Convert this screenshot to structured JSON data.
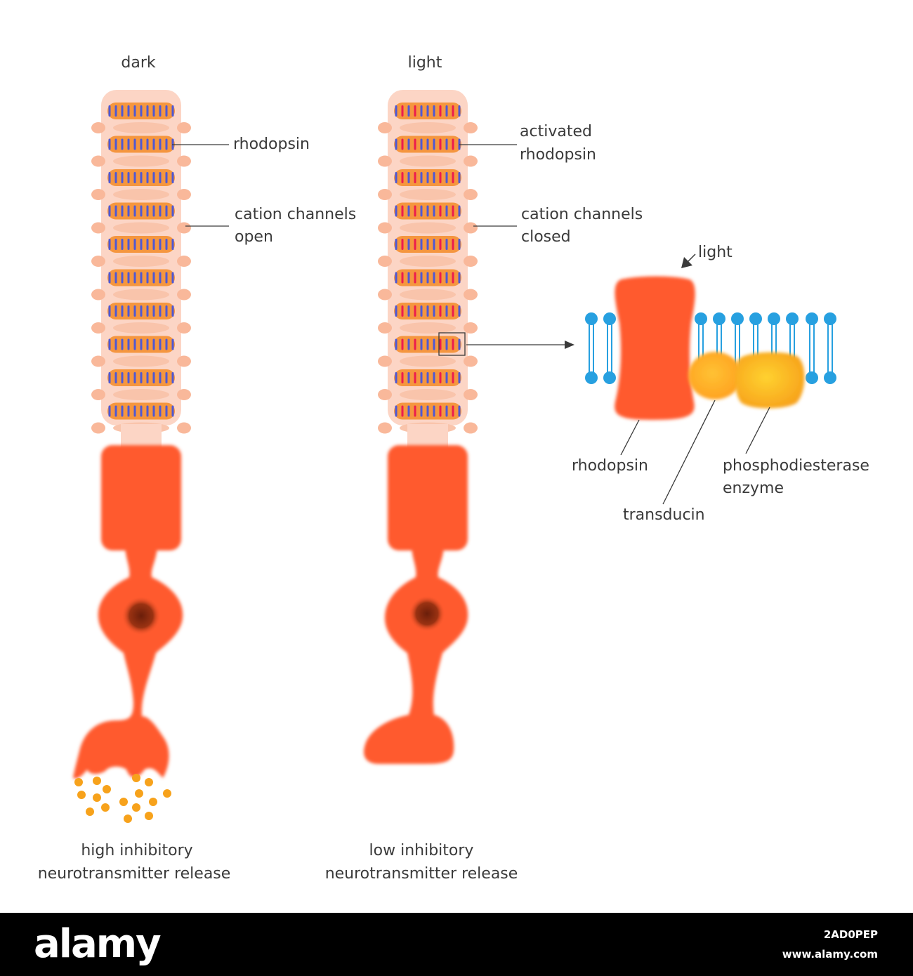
{
  "rods": {
    "dark": {
      "heading": "dark",
      "label_rhodopsin": "rhodopsin",
      "label_channels_1": "cation channels",
      "label_channels_2": "open",
      "caption_1": "high inhibitory",
      "caption_2": "neurotransmitter release"
    },
    "light": {
      "heading": "light",
      "label_rhodopsin_1": "activated",
      "label_rhodopsin_2": "rhodopsin",
      "label_channels_1": "cation channels",
      "label_channels_2": "closed",
      "caption_1": "low inhibitory",
      "caption_2": "neurotransmitter release"
    }
  },
  "inset": {
    "light_label": "light",
    "rhodopsin": "rhodopsin",
    "transducin": "transducin",
    "pde_1": "phosphodiesterase",
    "pde_2": "enzyme"
  },
  "colors": {
    "cell_body": "#ff5a2e",
    "outer_segment": "#fcd5c5",
    "disc": "#f5963f",
    "rhodopsin_inactive": "#4e58d4",
    "rhodopsin_active": "#ec1c4e",
    "membrane_lipid": "#27a0e0",
    "transducin": "#ffb020",
    "vesicle": "#f7a21b",
    "nucleus": "#8a2a10"
  },
  "footer": {
    "brand": "alamy",
    "image_id": "2AD0PEP",
    "site": "www.alamy.com"
  }
}
